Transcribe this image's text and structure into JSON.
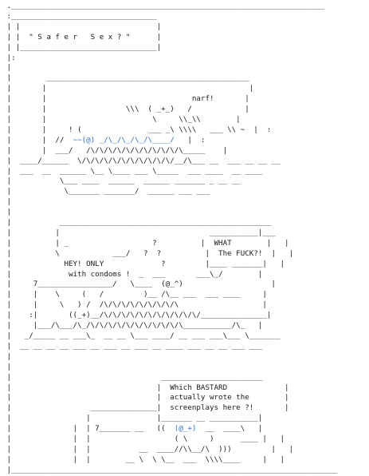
{
  "title": "\" S a f e r   S e x ? \"",
  "colors": {
    "ink": "#1a1a1a",
    "accent": "#2b6cc4",
    "background": "#ffffff"
  },
  "panel1": {
    "speech": "narf!"
  },
  "panel2": {
    "speech_left_1": "HEY! ONLY",
    "speech_left_2": "with condoms !",
    "speech_right_1": "WHAT",
    "speech_right_2": "The FUCK?!"
  },
  "panel3": {
    "speech_1": "Which BASTARD",
    "speech_2": "actually wrote the",
    "speech_3": "screenplays here ?!"
  }
}
